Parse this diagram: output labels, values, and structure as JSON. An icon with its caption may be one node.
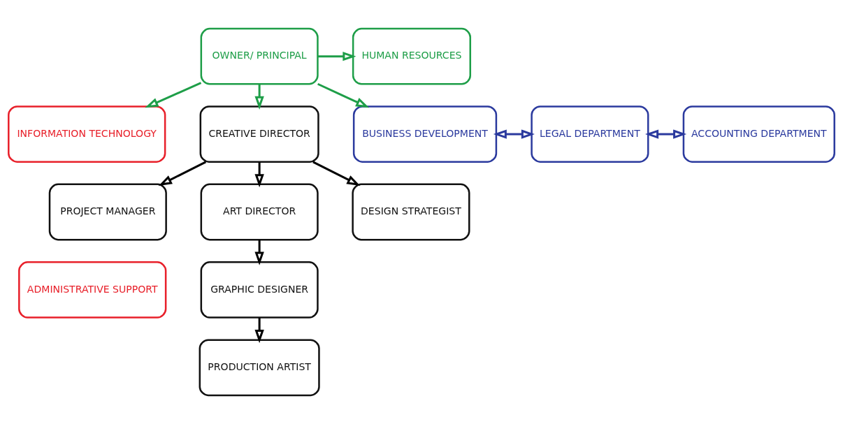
{
  "diagram": {
    "nodes": [
      {
        "text": [
          "OWNER/ PRINCIPAL"
        ]
      },
      {
        "text": [
          "HUMAN RESOURCES"
        ]
      },
      {
        "text": [
          "INFORMATION TECHNOLOGY"
        ]
      },
      {
        "text": [
          "CREATIVE DIRECTOR"
        ]
      },
      {
        "text": [
          "BUSINESS DEVELOPMENT"
        ]
      },
      {
        "text": [
          "LEGAL DEPARTMENT"
        ]
      },
      {
        "text": [
          "ACCOUNTING DEPARTMENT"
        ]
      },
      {
        "text": [
          "PROJECT MANAGER"
        ]
      },
      {
        "text": [
          "ART DIRECTOR"
        ]
      },
      {
        "text": [
          "DESIGN STRATEGIST"
        ]
      },
      {
        "text": [
          "ADMINISTRATIVE SUPPORT"
        ]
      },
      {
        "text": [
          "GRAPHIC DESIGNER"
        ]
      },
      {
        "text": [
          "PRODUCTION ARTIST"
        ]
      }
    ],
    "edges": [
      {
        "from": 0,
        "to": 1,
        "arrow": "to",
        "color": "#1e9e48"
      },
      {
        "from": 0,
        "to": 2,
        "arrow": "to",
        "color": "#1e9e48"
      },
      {
        "from": 0,
        "to": 3,
        "arrow": "to",
        "color": "#1e9e48"
      },
      {
        "from": 0,
        "to": 4,
        "arrow": "to",
        "color": "#1e9e48"
      },
      {
        "from": 4,
        "to": 5,
        "arrow": "both",
        "color": "#2b3a9e"
      },
      {
        "from": 5,
        "to": 6,
        "arrow": "both",
        "color": "#2b3a9e"
      },
      {
        "from": 3,
        "to": 7,
        "arrow": "to"
      },
      {
        "from": 3,
        "to": 8,
        "arrow": "to"
      },
      {
        "from": 3,
        "to": 9,
        "arrow": "to"
      },
      {
        "from": 8,
        "to": 11,
        "arrow": "to"
      },
      {
        "from": 11,
        "to": 12,
        "arrow": "to"
      }
    ]
  }
}
